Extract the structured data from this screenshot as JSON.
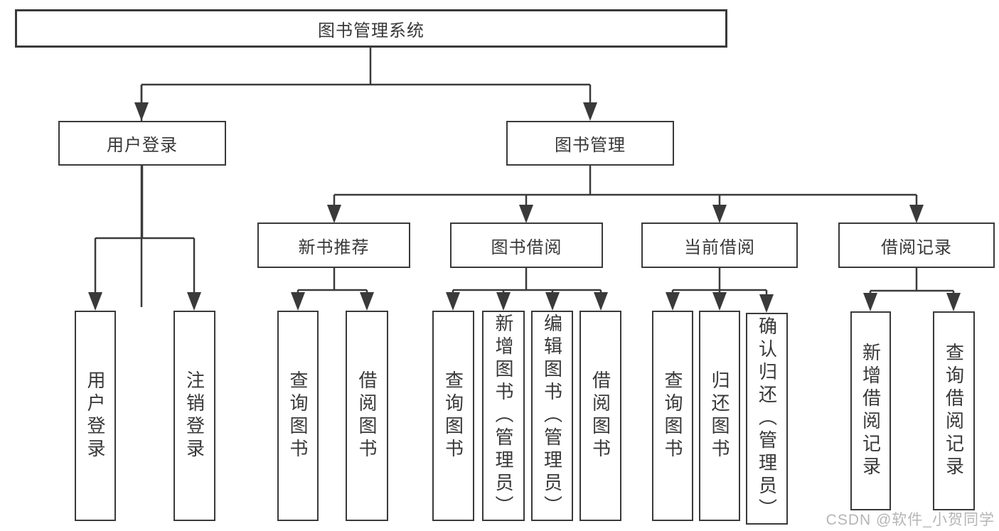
{
  "tree": {
    "root": {
      "label": "图书管理系统"
    },
    "level2": [
      {
        "id": "user-login",
        "label": "用户登录"
      },
      {
        "id": "book-management",
        "label": "图书管理"
      }
    ],
    "level3": [
      {
        "id": "new-book-recommend",
        "label": "新书推荐"
      },
      {
        "id": "book-borrowing",
        "label": "图书借阅"
      },
      {
        "id": "current-borrowing",
        "label": "当前借阅"
      },
      {
        "id": "borrowing-records",
        "label": "借阅记录"
      }
    ],
    "leaves": [
      {
        "id": "user-login-leaf",
        "label": "用户登录"
      },
      {
        "id": "logout",
        "label": "注销登录"
      },
      {
        "id": "query-books-newbook",
        "label": "查询图书"
      },
      {
        "id": "borrow-books-newbook",
        "label": "借阅图书"
      },
      {
        "id": "query-books-borrow",
        "label": "查询图书"
      },
      {
        "id": "add-book-admin",
        "label": "新增图书（管理员）"
      },
      {
        "id": "edit-book-admin",
        "label": "编辑图书（管理员）"
      },
      {
        "id": "borrow-books",
        "label": "借阅图书"
      },
      {
        "id": "query-books-current",
        "label": "查询图书"
      },
      {
        "id": "return-books",
        "label": "归还图书"
      },
      {
        "id": "confirm-return-admin",
        "label": "确认归还（管理员）"
      },
      {
        "id": "add-borrow-record",
        "label": "新增借阅记录"
      },
      {
        "id": "query-borrow-record",
        "label": "查询借阅记录"
      }
    ]
  },
  "watermark": "CSDN @软件_小贺同学",
  "colors": {
    "line": "#3a3a3a",
    "border": "#3a3a3a",
    "text": "#383838",
    "watermark": "#b5b5b5",
    "background": "#ffffff"
  }
}
